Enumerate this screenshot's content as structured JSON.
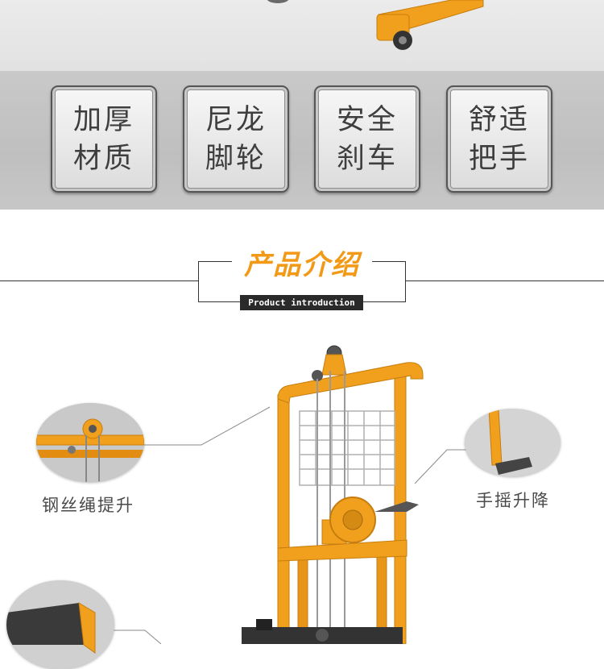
{
  "features": [
    {
      "line1": "加厚",
      "line2": "材质"
    },
    {
      "line1": "尼龙",
      "line2": "脚轮"
    },
    {
      "line1": "安全",
      "line2": "刹车"
    },
    {
      "line1": "舒适",
      "line2": "把手"
    }
  ],
  "intro": {
    "title": "产品介绍",
    "subtitle": "Product introduction"
  },
  "callouts": {
    "wire_rope": "钢丝绳提升",
    "hand_crank": "手摇升降"
  },
  "colors": {
    "accent_orange": "#f29a17",
    "frame_orange": "#f0a01c",
    "band_gray": "#c4c4c4"
  }
}
